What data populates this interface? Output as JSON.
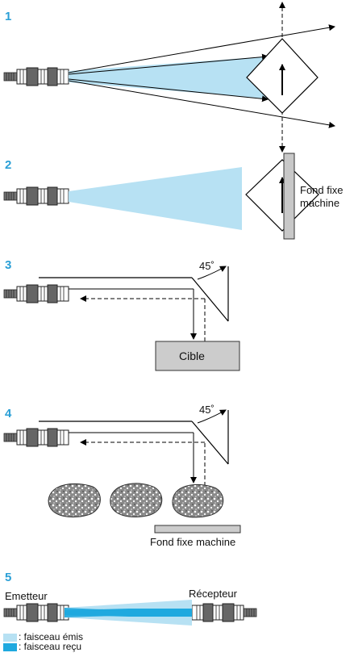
{
  "sections": [
    {
      "number": "1"
    },
    {
      "number": "2",
      "background_label_line1": "Fond fixe",
      "background_label_line2": "machine"
    },
    {
      "number": "3",
      "angle": "45˚",
      "target_label": "Cible"
    },
    {
      "number": "4",
      "angle": "45˚",
      "background_label": "Fond fixe machine"
    },
    {
      "number": "5",
      "emitter_label": "Emetteur",
      "receiver_label": "Récepteur"
    }
  ],
  "legend": {
    "emitted_label": ": faisceau émis",
    "received_label": ": faisceau reçu"
  },
  "colors": {
    "accent_number": "#2a9fd6",
    "beam_emitted": "#b7e1f3",
    "beam_received": "#1fa9df",
    "sensor_fill": "#555555",
    "target_fill": "#cccccc"
  }
}
